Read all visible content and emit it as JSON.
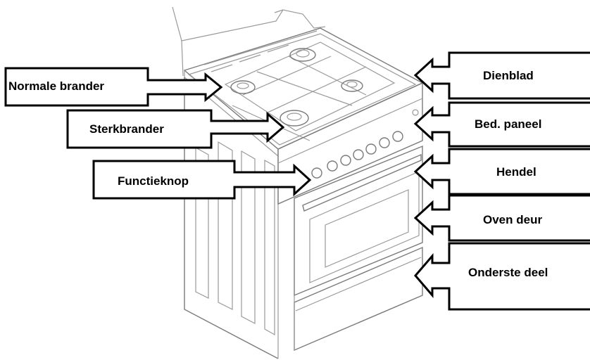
{
  "labels": {
    "normale_brander": "Normale brander",
    "sterkbrander": "Sterkbrander",
    "functieknop": "Functieknop",
    "dienblad": "Dienblad",
    "bed_paneel": "Bed. paneel",
    "hendel": "Hendel",
    "oven_deur": "Oven deur",
    "onderste_deel": "Onderste deel"
  }
}
